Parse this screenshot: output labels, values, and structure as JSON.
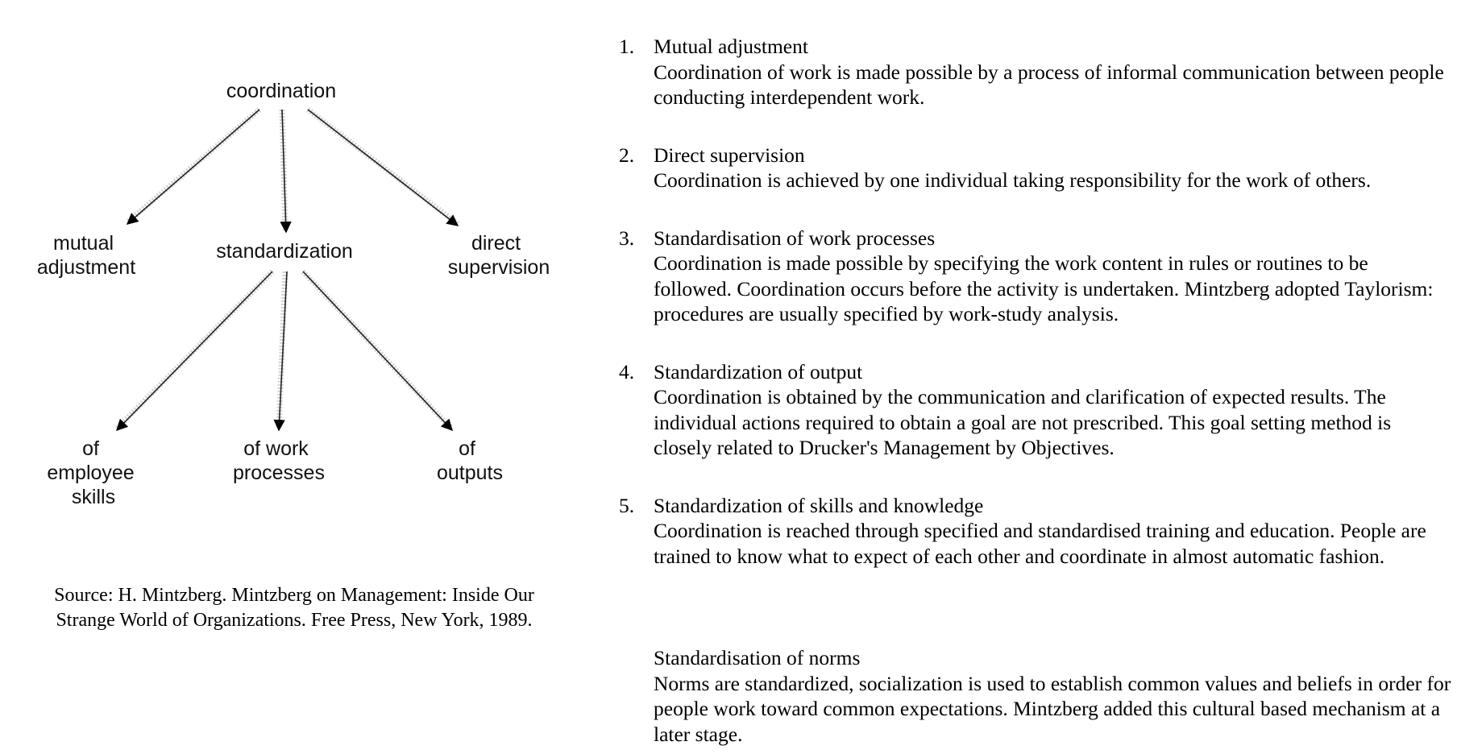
{
  "diagram": {
    "root": "coordination",
    "level1": {
      "left": [
        "mutual",
        "adjustment"
      ],
      "center": "standardization",
      "right": [
        "direct",
        "supervision"
      ]
    },
    "level2": {
      "left": [
        "of",
        "employee",
        "skills"
      ],
      "center": [
        "of work",
        "processes"
      ],
      "right": [
        "of",
        "outputs"
      ]
    }
  },
  "source": {
    "line1": "Source: H. Mintzberg. Mintzberg on Management: Inside Our",
    "line2": "Strange World of Organizations. Free Press, New York, 1989."
  },
  "mechanisms": [
    {
      "number": "1.",
      "title": "Mutual adjustment",
      "description": "Coordination of work is made possible by a process of informal communication between people conducting interdependent work."
    },
    {
      "number": "2.",
      "title": "Direct supervision",
      "description": "Coordination is achieved by one individual taking responsibility for the work of others."
    },
    {
      "number": "3.",
      "title": "Standardisation of work processes",
      "description": "Coordination is made possible by specifying the work content in rules or routines to be followed. Coordination occurs before the activity is undertaken. Mintzberg adopted Taylorism: procedures are usually specified by work-study analysis."
    },
    {
      "number": "4.",
      "title": "Standardization of output",
      "description": "Coordination is obtained by the communication and clarification of expected results. The individual actions required to obtain a goal are not prescribed. This goal setting method is closely related to Drucker's Management by Objectives."
    },
    {
      "number": "5.",
      "title": "Standardization of skills and knowledge",
      "description": "Coordination is reached through specified and standardised training and education. People are trained to know what to expect of each other and coordinate in almost automatic fashion."
    }
  ],
  "norms": {
    "title": "Standardisation of norms",
    "description": "Norms are standardized, socialization is used to establish common values and beliefs in order for people work toward common expectations. Mintzberg added this cultural based mechanism at a later stage."
  }
}
